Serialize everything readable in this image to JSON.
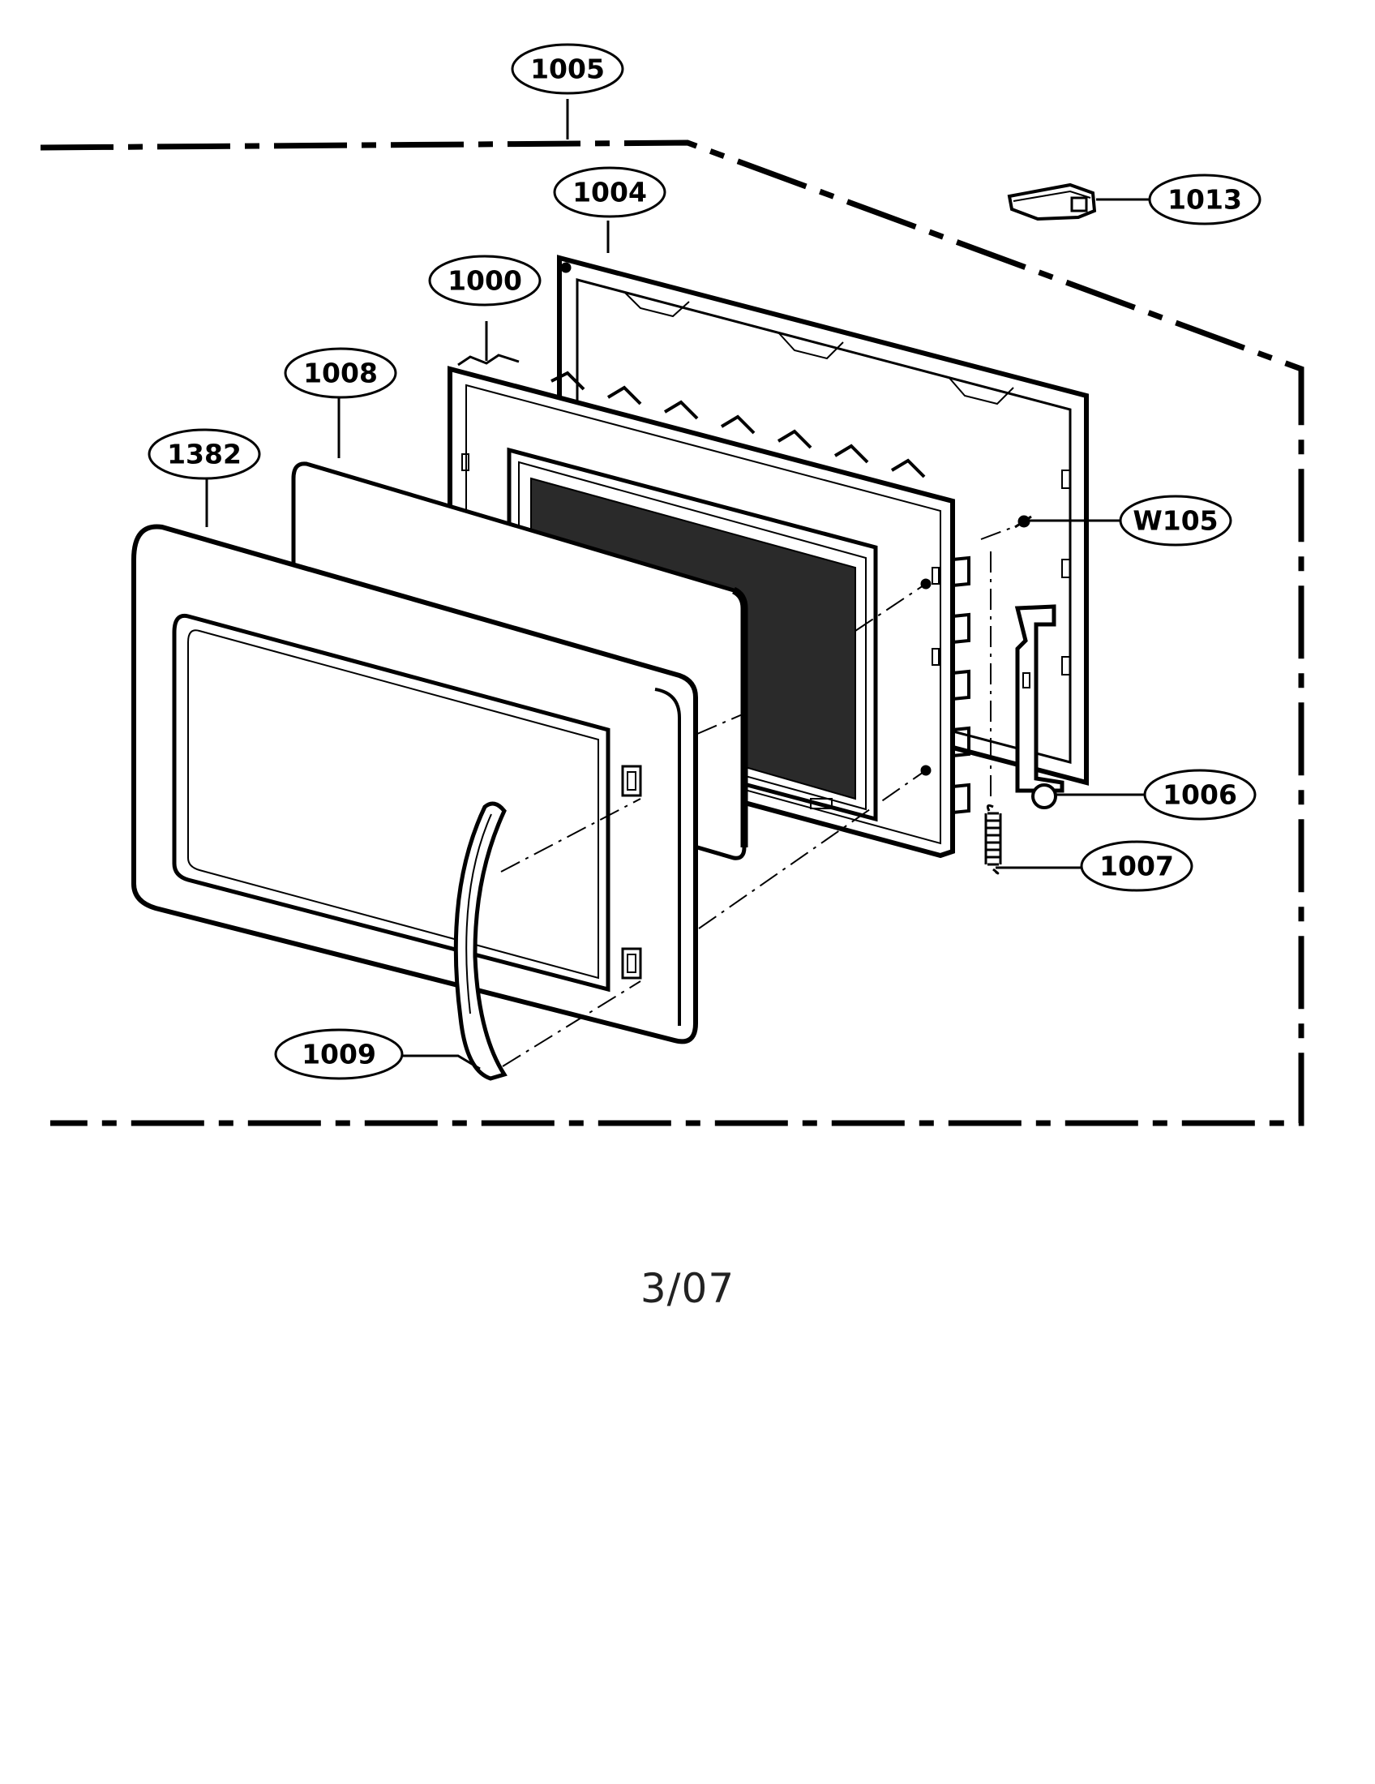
{
  "callouts": {
    "c1005": "1005",
    "c1004": "1004",
    "c1013": "1013",
    "c1000": "1000",
    "c1008": "1008",
    "c1382": "1382",
    "cW105": "W105",
    "c1006": "1006",
    "c1007": "1007",
    "c1009": "1009"
  },
  "footer": {
    "page_number": "3/07"
  }
}
